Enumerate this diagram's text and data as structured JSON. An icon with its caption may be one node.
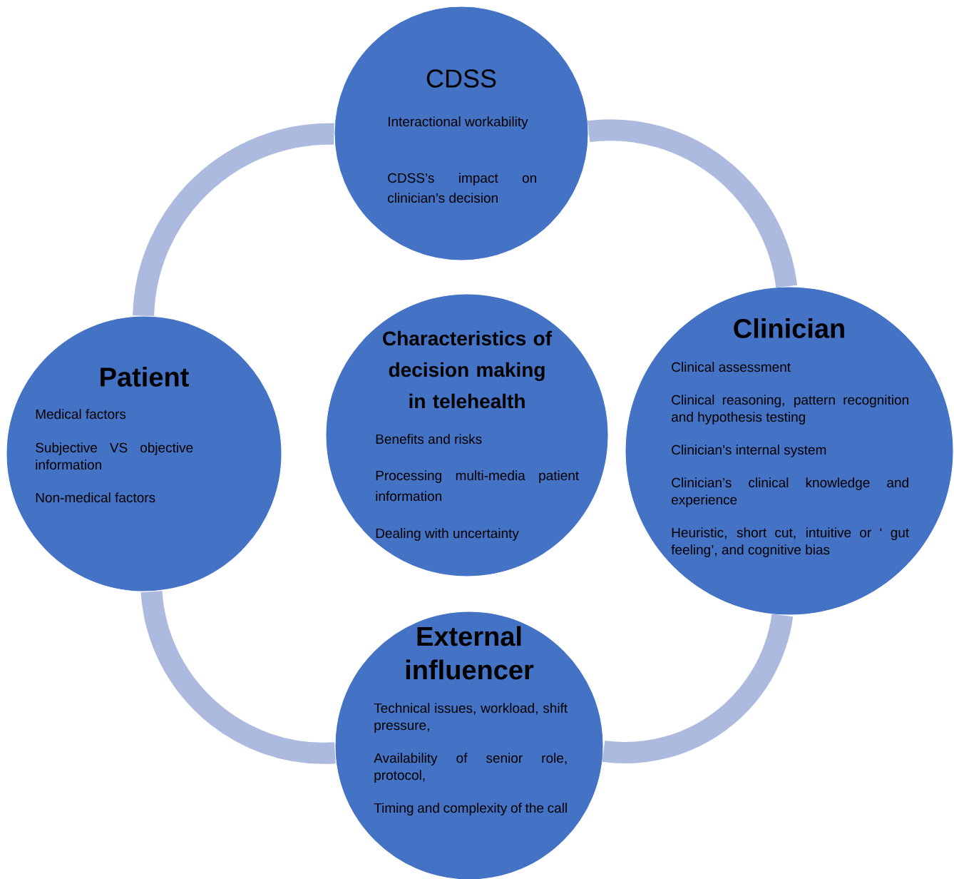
{
  "diagram": {
    "nodes": [
      {
        "text": [
          "CDSS",
          "Interactional workability",
          "CDSS’s impact on clinician’s decision"
        ]
      },
      {
        "text": [
          "Clinician",
          "Clinical assessment",
          "Clinical reasoning, pattern recognition and hypothesis testing",
          "Clinician’s internal system",
          "Clinician’s clinical knowledge and experience",
          "Heuristic, short cut, intuitive or ‘ gut feeling’, and cognitive bias"
        ]
      },
      {
        "text": [
          "Patient",
          "Medical factors",
          "Subjective VS objective information",
          "Non-medical factors"
        ]
      },
      {
        "text": [
          "Characteristics of decision making in telehealth",
          "Benefits and risks",
          "Processing multi-media patient information",
          "Dealing with uncertainty"
        ]
      },
      {
        "text": [
          "External influencer",
          "Technical issues, workload, shift pressure,",
          "Availability of senior role, protocol,",
          "Timing and complexity of the call"
        ]
      }
    ],
    "edges": [
      {
        "from": 0,
        "to": 1,
        "arrow": "none"
      },
      {
        "from": 1,
        "to": 4,
        "arrow": "none"
      },
      {
        "from": 4,
        "to": 2,
        "arrow": "none"
      },
      {
        "from": 2,
        "to": 0,
        "arrow": "none"
      }
    ]
  }
}
